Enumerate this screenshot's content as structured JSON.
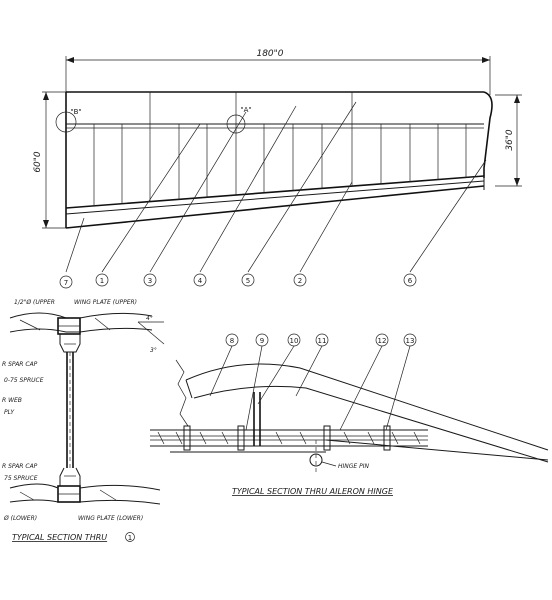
{
  "dimensions": {
    "span": "180\"0",
    "root_chord": "60\"0",
    "tip_chord": "36\"0"
  },
  "detail_markers": {
    "b": "\"B\"",
    "a": "\"A\""
  },
  "plan_callouts": [
    "7",
    "1",
    "3",
    "4",
    "5",
    "2",
    "6"
  ],
  "section_one": {
    "labels": {
      "upper_cap": "1/2\"Ø (UPPER",
      "wing_plate_upper": "WING PLATE (UPPER)",
      "angle_a": "4°",
      "angle_b": "3°",
      "spar_cap_top_1": "R SPAR CAP",
      "spar_cap_top_2": "0-75 SPRUCE",
      "web_1": "R WEB",
      "web_2": "PLY",
      "spar_cap_bot_1": "R SPAR CAP",
      "spar_cap_bot_2": "75 SPRUCE",
      "lower_cap": "Ø (LOWER)",
      "wing_plate_lower": "WING PLATE (LOWER)"
    },
    "title": "TYPICAL SECTION THRU",
    "ref": "1"
  },
  "section_hinge": {
    "callouts": [
      "8",
      "9",
      "10",
      "11",
      "12",
      "13"
    ],
    "hinge_pin": "HINGE PIN",
    "title": "TYPICAL SECTION THRU AILERON HINGE"
  }
}
